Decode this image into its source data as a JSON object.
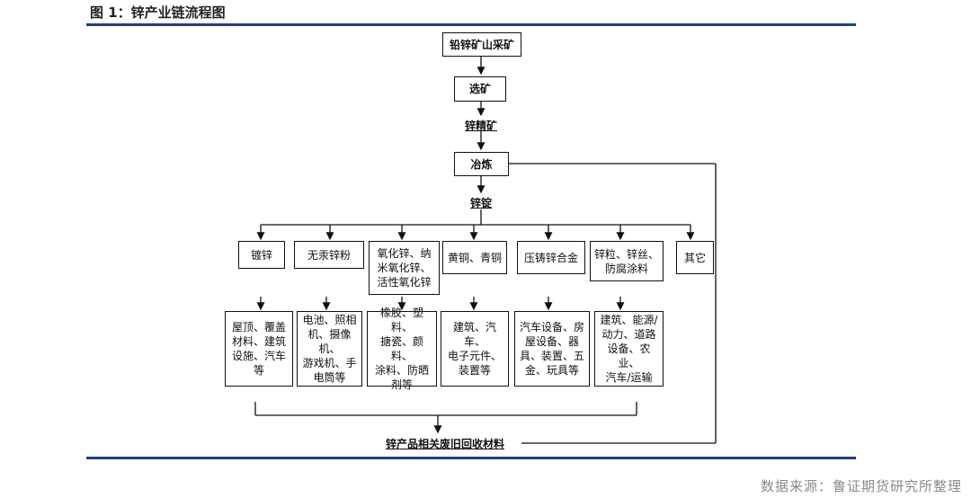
{
  "figure_title": "图 1：锌产业链流程图",
  "source": "数据来源：鲁证期货研究所整理",
  "chain": {
    "mining": "铅锌矿山采矿",
    "dressing": "选矿",
    "concentrate": "锌精矿",
    "smelting": "冶炼",
    "ingot": "锌锭",
    "recycle": "锌产品相关废旧回收材料"
  },
  "products": [
    {
      "name": "镀锌",
      "uses": "屋顶、覆盖\n材料、建筑\n设施、汽车\n等"
    },
    {
      "name": "无汞锌粉",
      "uses": "电池、照相\n机、摄像机、\n游戏机、手\n电筒等"
    },
    {
      "name": "氧化锌、纳\n米氧化锌、\n活性氧化锌",
      "uses": "橡胶、塑料、\n搪瓷、颜料、\n涂料、防晒\n剂等"
    },
    {
      "name": "黄铜、青铜",
      "uses": "建筑、汽车、\n电子元件、\n装置等"
    },
    {
      "name": "压铸锌合金",
      "uses": "汽车设备、房\n屋设备、器\n具、装置、五\n金、玩具等"
    },
    {
      "name": "锌粒、锌丝、\n防腐涂料",
      "uses": "建筑、能源/\n动力、道路\n设备、农业、\n汽车/运输"
    },
    {
      "name": "其它",
      "uses": ""
    }
  ]
}
